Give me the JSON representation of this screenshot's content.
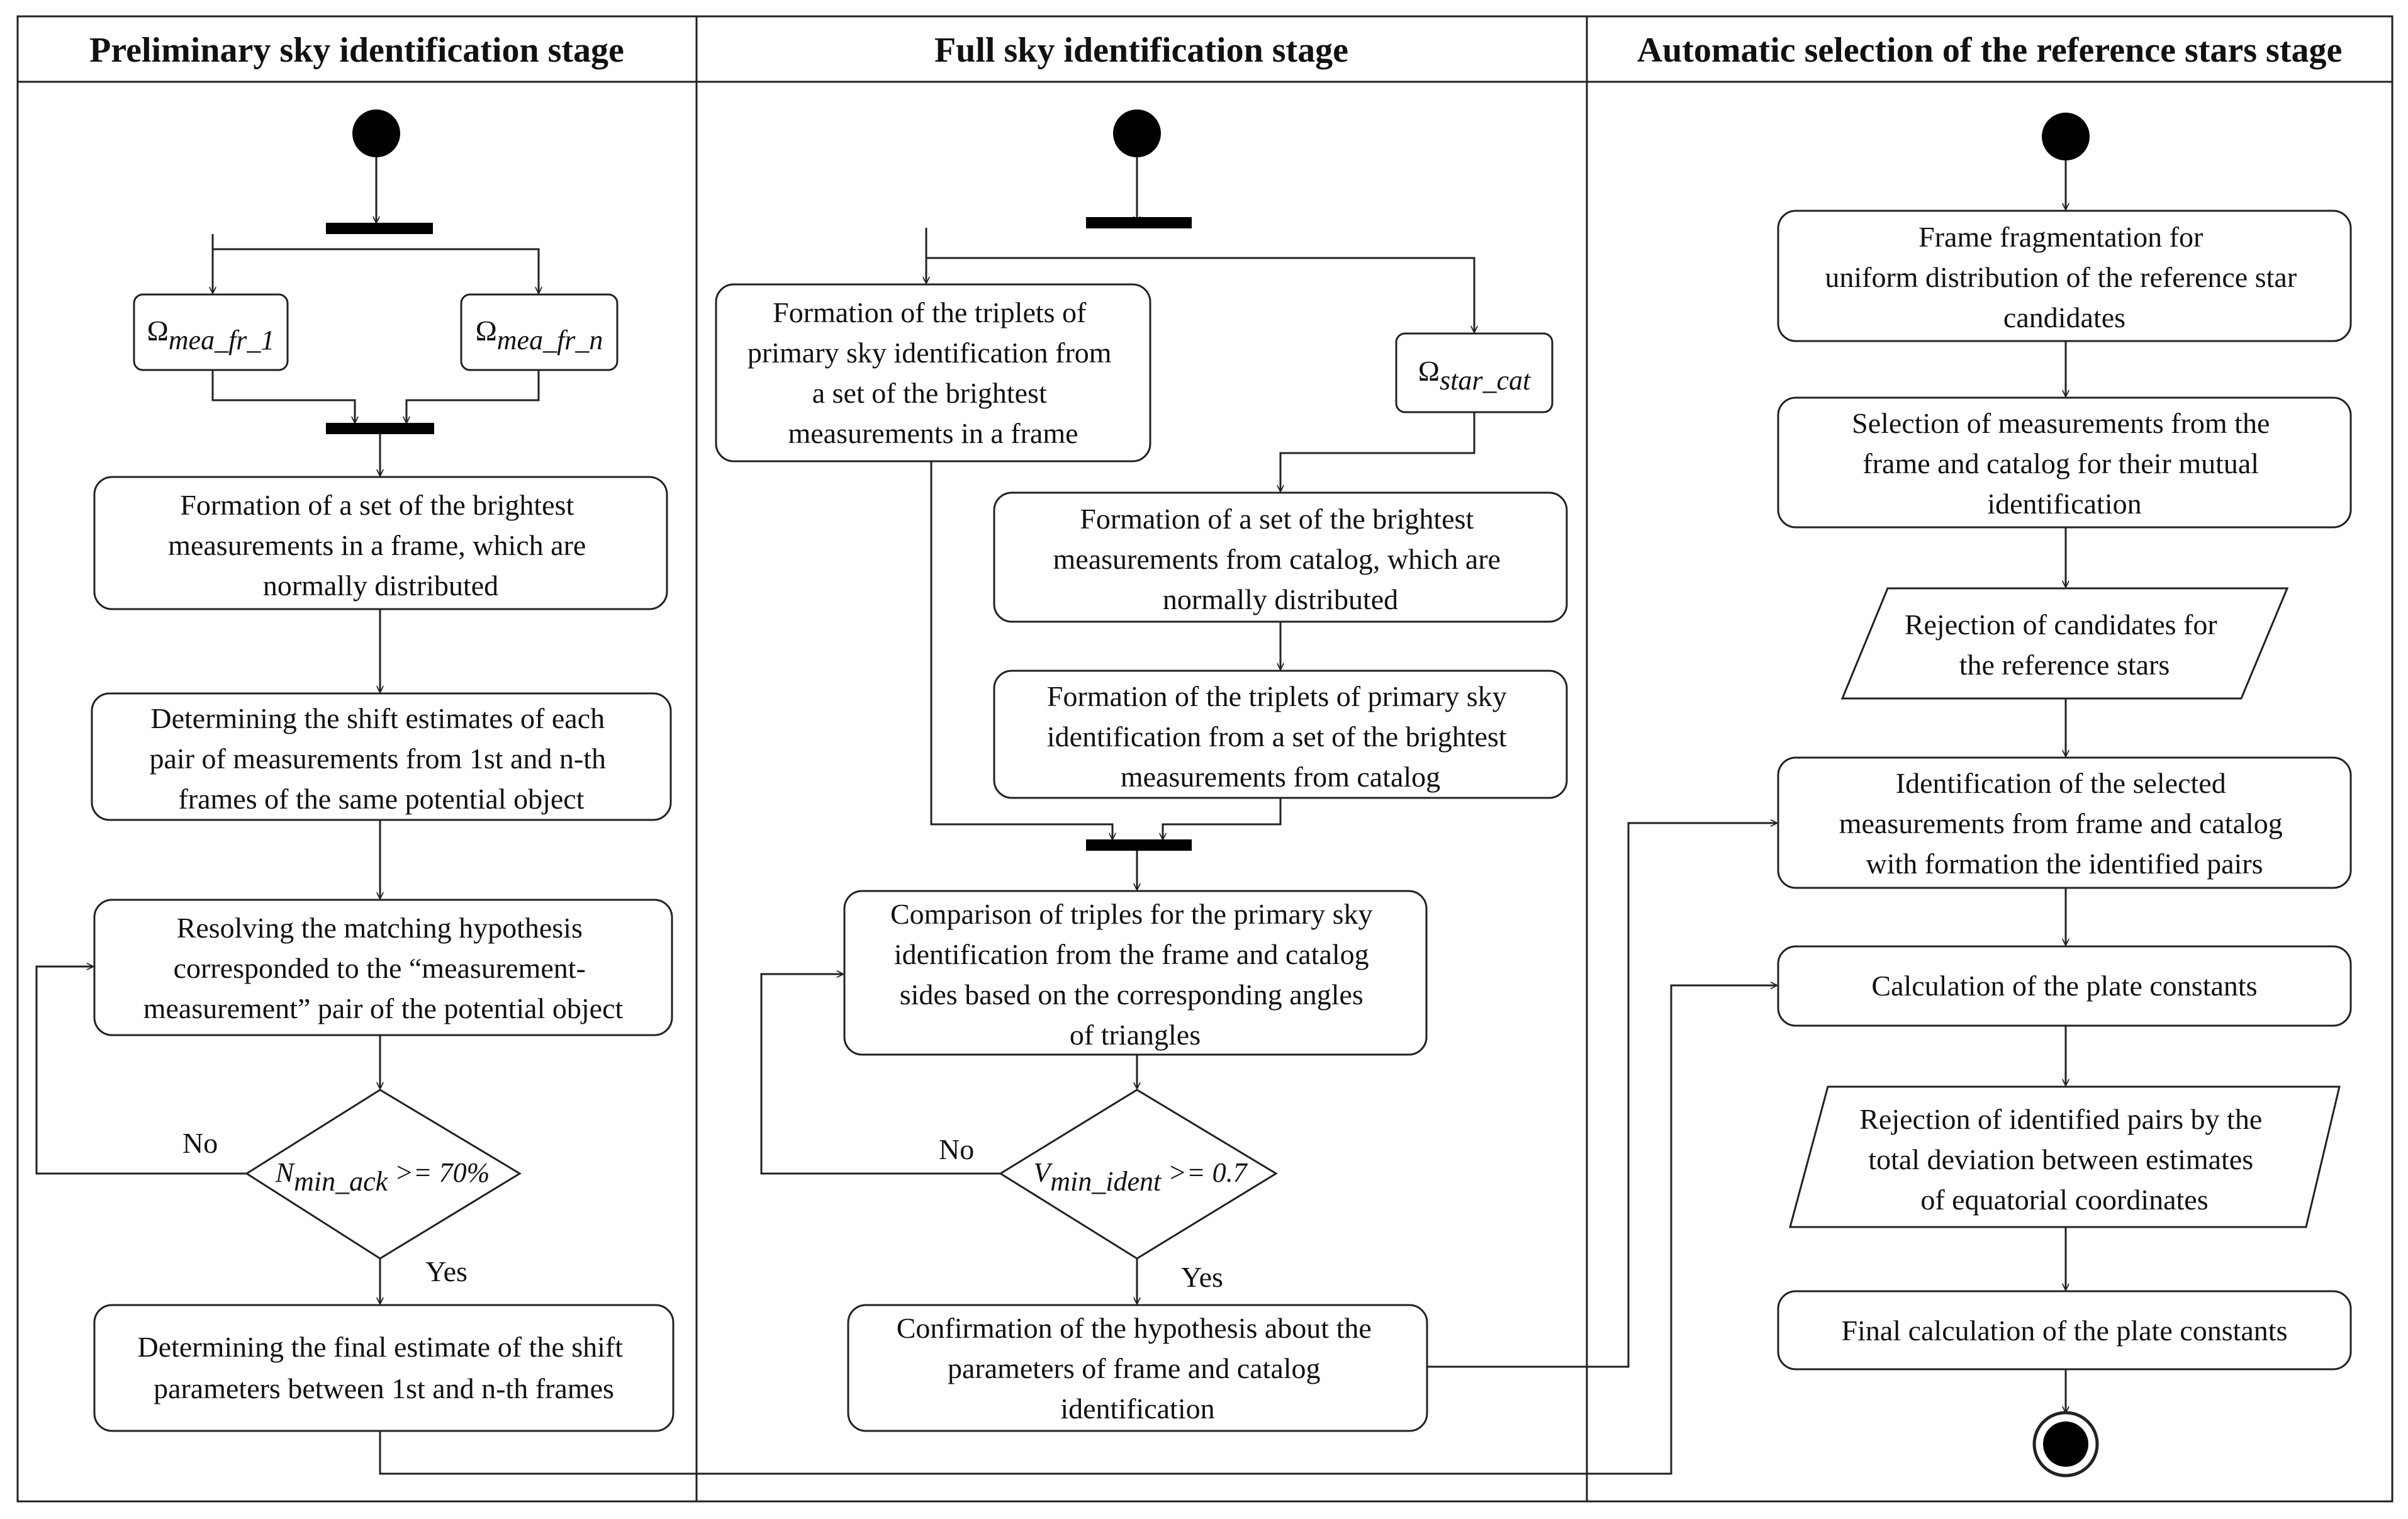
{
  "colors": {
    "stroke": "#222222",
    "fill": "#ffffff",
    "text": "#111111"
  },
  "lanes": [
    {
      "title": "Preliminary sky identification stage"
    },
    {
      "title": "Full sky identification stage"
    },
    {
      "title": "Automatic selection of the reference stars stage"
    }
  ],
  "lane1": {
    "omega_fr1": {
      "symbol": "Ω",
      "sub": "mea_fr_1"
    },
    "omega_frn": {
      "symbol": "Ω",
      "sub": "mea_fr_n"
    },
    "act_brightest": [
      "Formation of a set of the brightest",
      "measurements in a frame, which are",
      "normally distributed"
    ],
    "act_shift": [
      "Determining the shift estimates of each",
      "pair of measurements from 1st and n-th",
      "frames of the same potential object"
    ],
    "act_resolve": [
      "Resolving the matching hypothesis",
      "corresponded to the “measurement-",
      "measurement” pair of the potential object"
    ],
    "decision": {
      "var": "N",
      "sub": "min_ack",
      "rest": " >= 70%"
    },
    "label_no": "No",
    "label_yes": "Yes",
    "act_final": [
      "Determining the final estimate of the shift",
      "parameters between 1st and n-th frames"
    ]
  },
  "lane2": {
    "act_triplets_frame": [
      "Formation of the triplets of",
      "primary sky identification from",
      "a set of the brightest",
      "measurements in a frame"
    ],
    "omega_cat": {
      "symbol": "Ω",
      "sub": "star_cat"
    },
    "act_brightest_cat": [
      "Formation of a set of the brightest",
      "measurements from catalog, which are",
      "normally distributed"
    ],
    "act_triplets_cat": [
      "Formation of the triplets of primary sky",
      "identification from a set of the brightest",
      "measurements from catalog"
    ],
    "act_compare": [
      "Comparison of triples for the primary sky",
      "identification from the frame and catalog",
      "sides based on the corresponding angles",
      "of triangles"
    ],
    "decision": {
      "var": "V",
      "sub": "min_ident",
      "rest": " >= 0.7"
    },
    "label_no": "No",
    "label_yes": "Yes",
    "act_confirm": [
      "Confirmation of the hypothesis about the",
      "parameters of frame and catalog",
      "identification"
    ]
  },
  "lane3": {
    "act_fragment": [
      "Frame fragmentation for",
      "uniform distribution of the reference star",
      "candidates"
    ],
    "act_select": [
      "Selection of measurements from the",
      "frame and catalog for their mutual",
      "identification"
    ],
    "io_reject_candidates": [
      "Rejection of candidates for",
      "the reference stars"
    ],
    "act_identify": [
      "Identification of the selected",
      "measurements from frame and catalog",
      "with formation the identified pairs"
    ],
    "act_calc": [
      "Calculation of the plate constants"
    ],
    "io_reject_pairs": [
      "Rejection of identified pairs by the",
      "total deviation between estimates",
      "of equatorial coordinates"
    ],
    "act_final_calc": [
      "Final calculation of the plate constants"
    ]
  }
}
